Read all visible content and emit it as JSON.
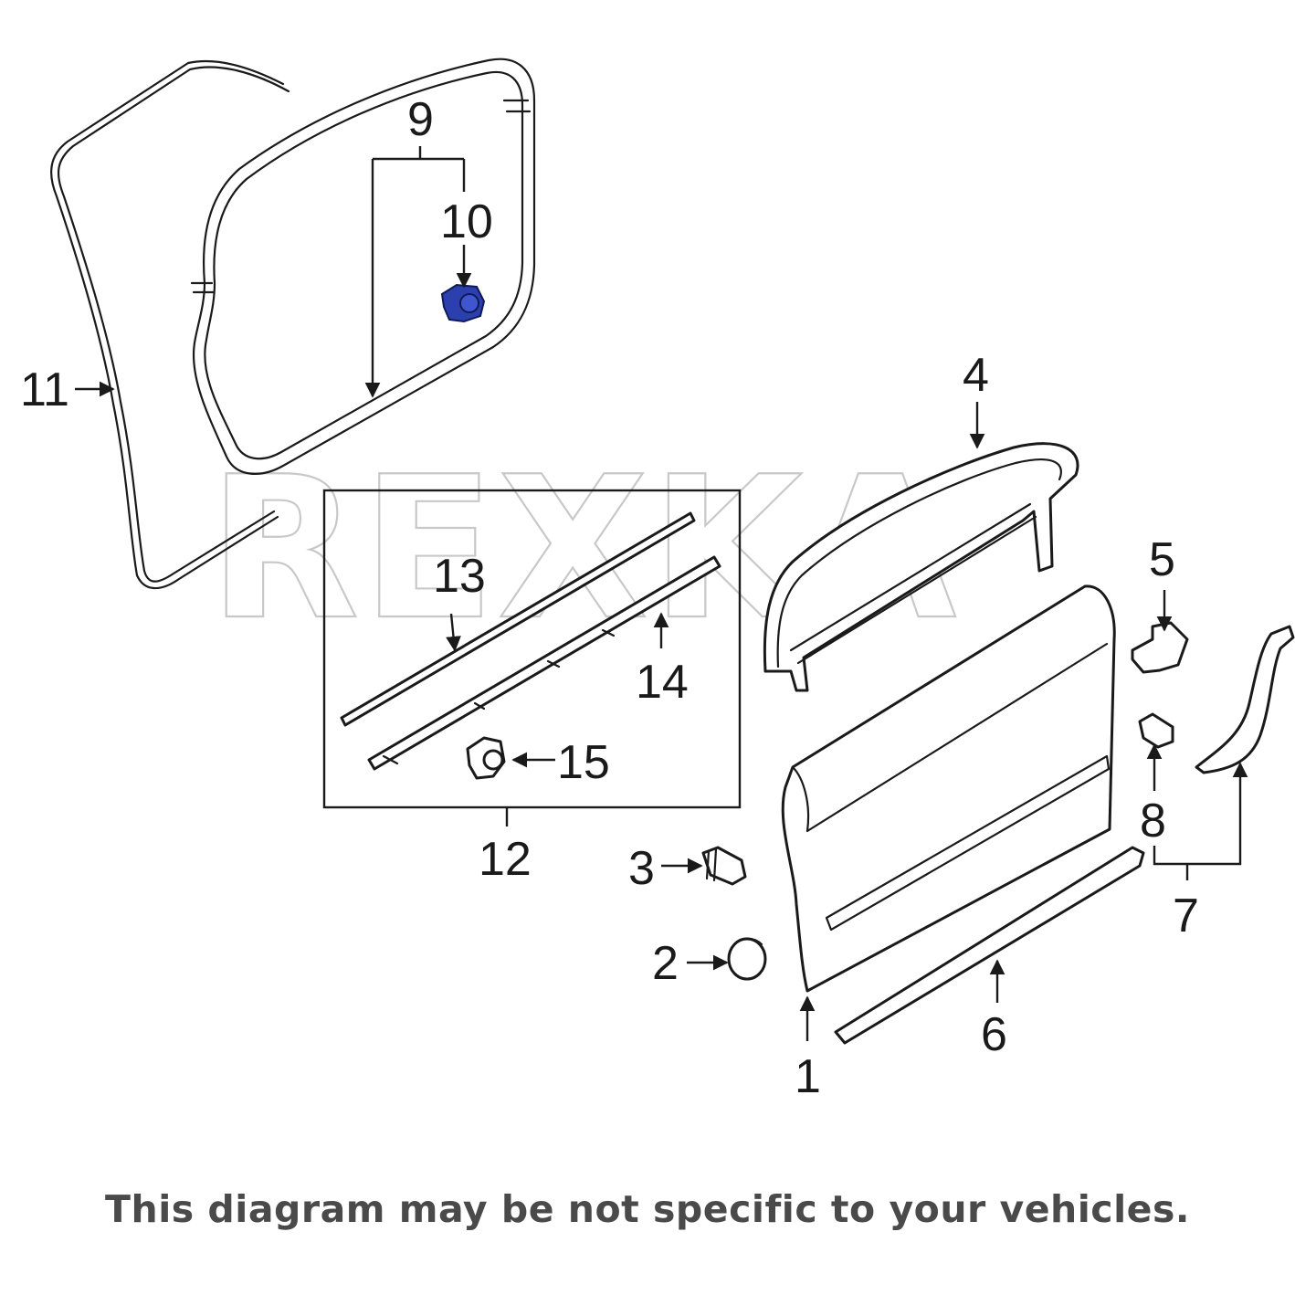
{
  "watermark": "REXKA",
  "disclaimer": "This diagram may be not specific to your vehicles.",
  "highlight_color": "#2b3fae",
  "callouts": {
    "c1": "1",
    "c2": "2",
    "c3": "3",
    "c4": "4",
    "c5": "5",
    "c6": "6",
    "c7": "7",
    "c8": "8",
    "c9": "9",
    "c10": "10",
    "c11": "11",
    "c12": "12",
    "c13": "13",
    "c14": "14",
    "c15": "15"
  }
}
